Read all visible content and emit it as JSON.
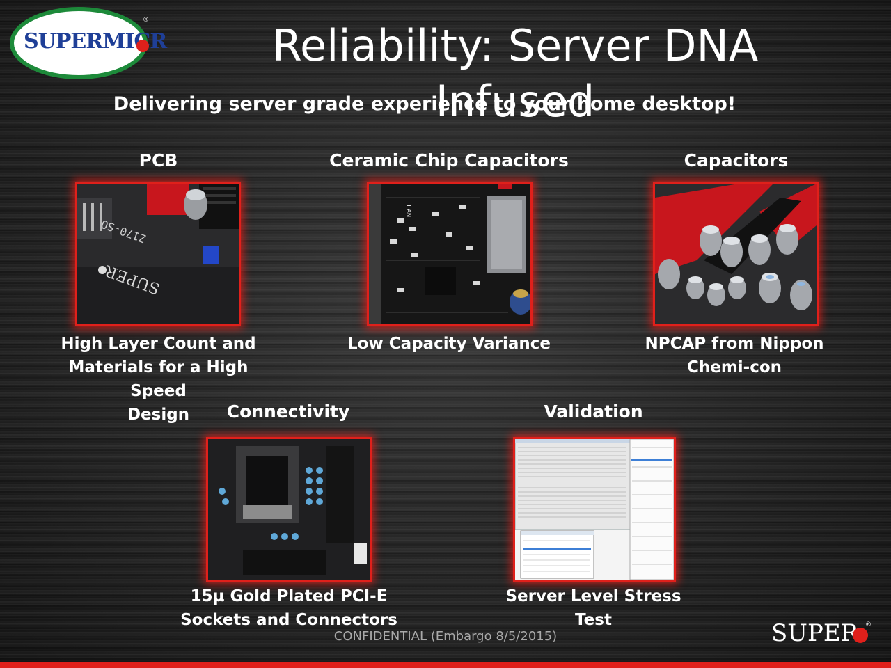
{
  "logo": {
    "text": "SUPERMICR",
    "registered": "®"
  },
  "title": "Reliability: Server DNA Infused",
  "subtitle": "Delivering server grade experience to your home desktop!",
  "sections": {
    "pcb": {
      "heading": "PCB",
      "caption": [
        "High Layer Count and",
        "Materials for a High Speed",
        "Design"
      ]
    },
    "ceramic": {
      "heading": "Ceramic Chip Capacitors",
      "caption": [
        "Low Capacity Variance"
      ]
    },
    "capacitors": {
      "heading": "Capacitors",
      "caption": [
        "NPCAP from Nippon",
        "Chemi-con"
      ]
    },
    "connectivity": {
      "heading": "Connectivity",
      "caption": [
        "15µ Gold Plated PCI-E",
        "Sockets and Connectors"
      ]
    },
    "validation": {
      "heading": "Validation",
      "caption": [
        "Server Level Stress Test"
      ]
    }
  },
  "footer": "CONFIDENTIAL (Embargo 8/5/2015)",
  "brand": {
    "text": "SUPER",
    "registered": "®"
  },
  "colors": {
    "accent_red": "#e0201b",
    "logo_green": "#1d8a3a",
    "logo_blue": "#1f3f97"
  }
}
